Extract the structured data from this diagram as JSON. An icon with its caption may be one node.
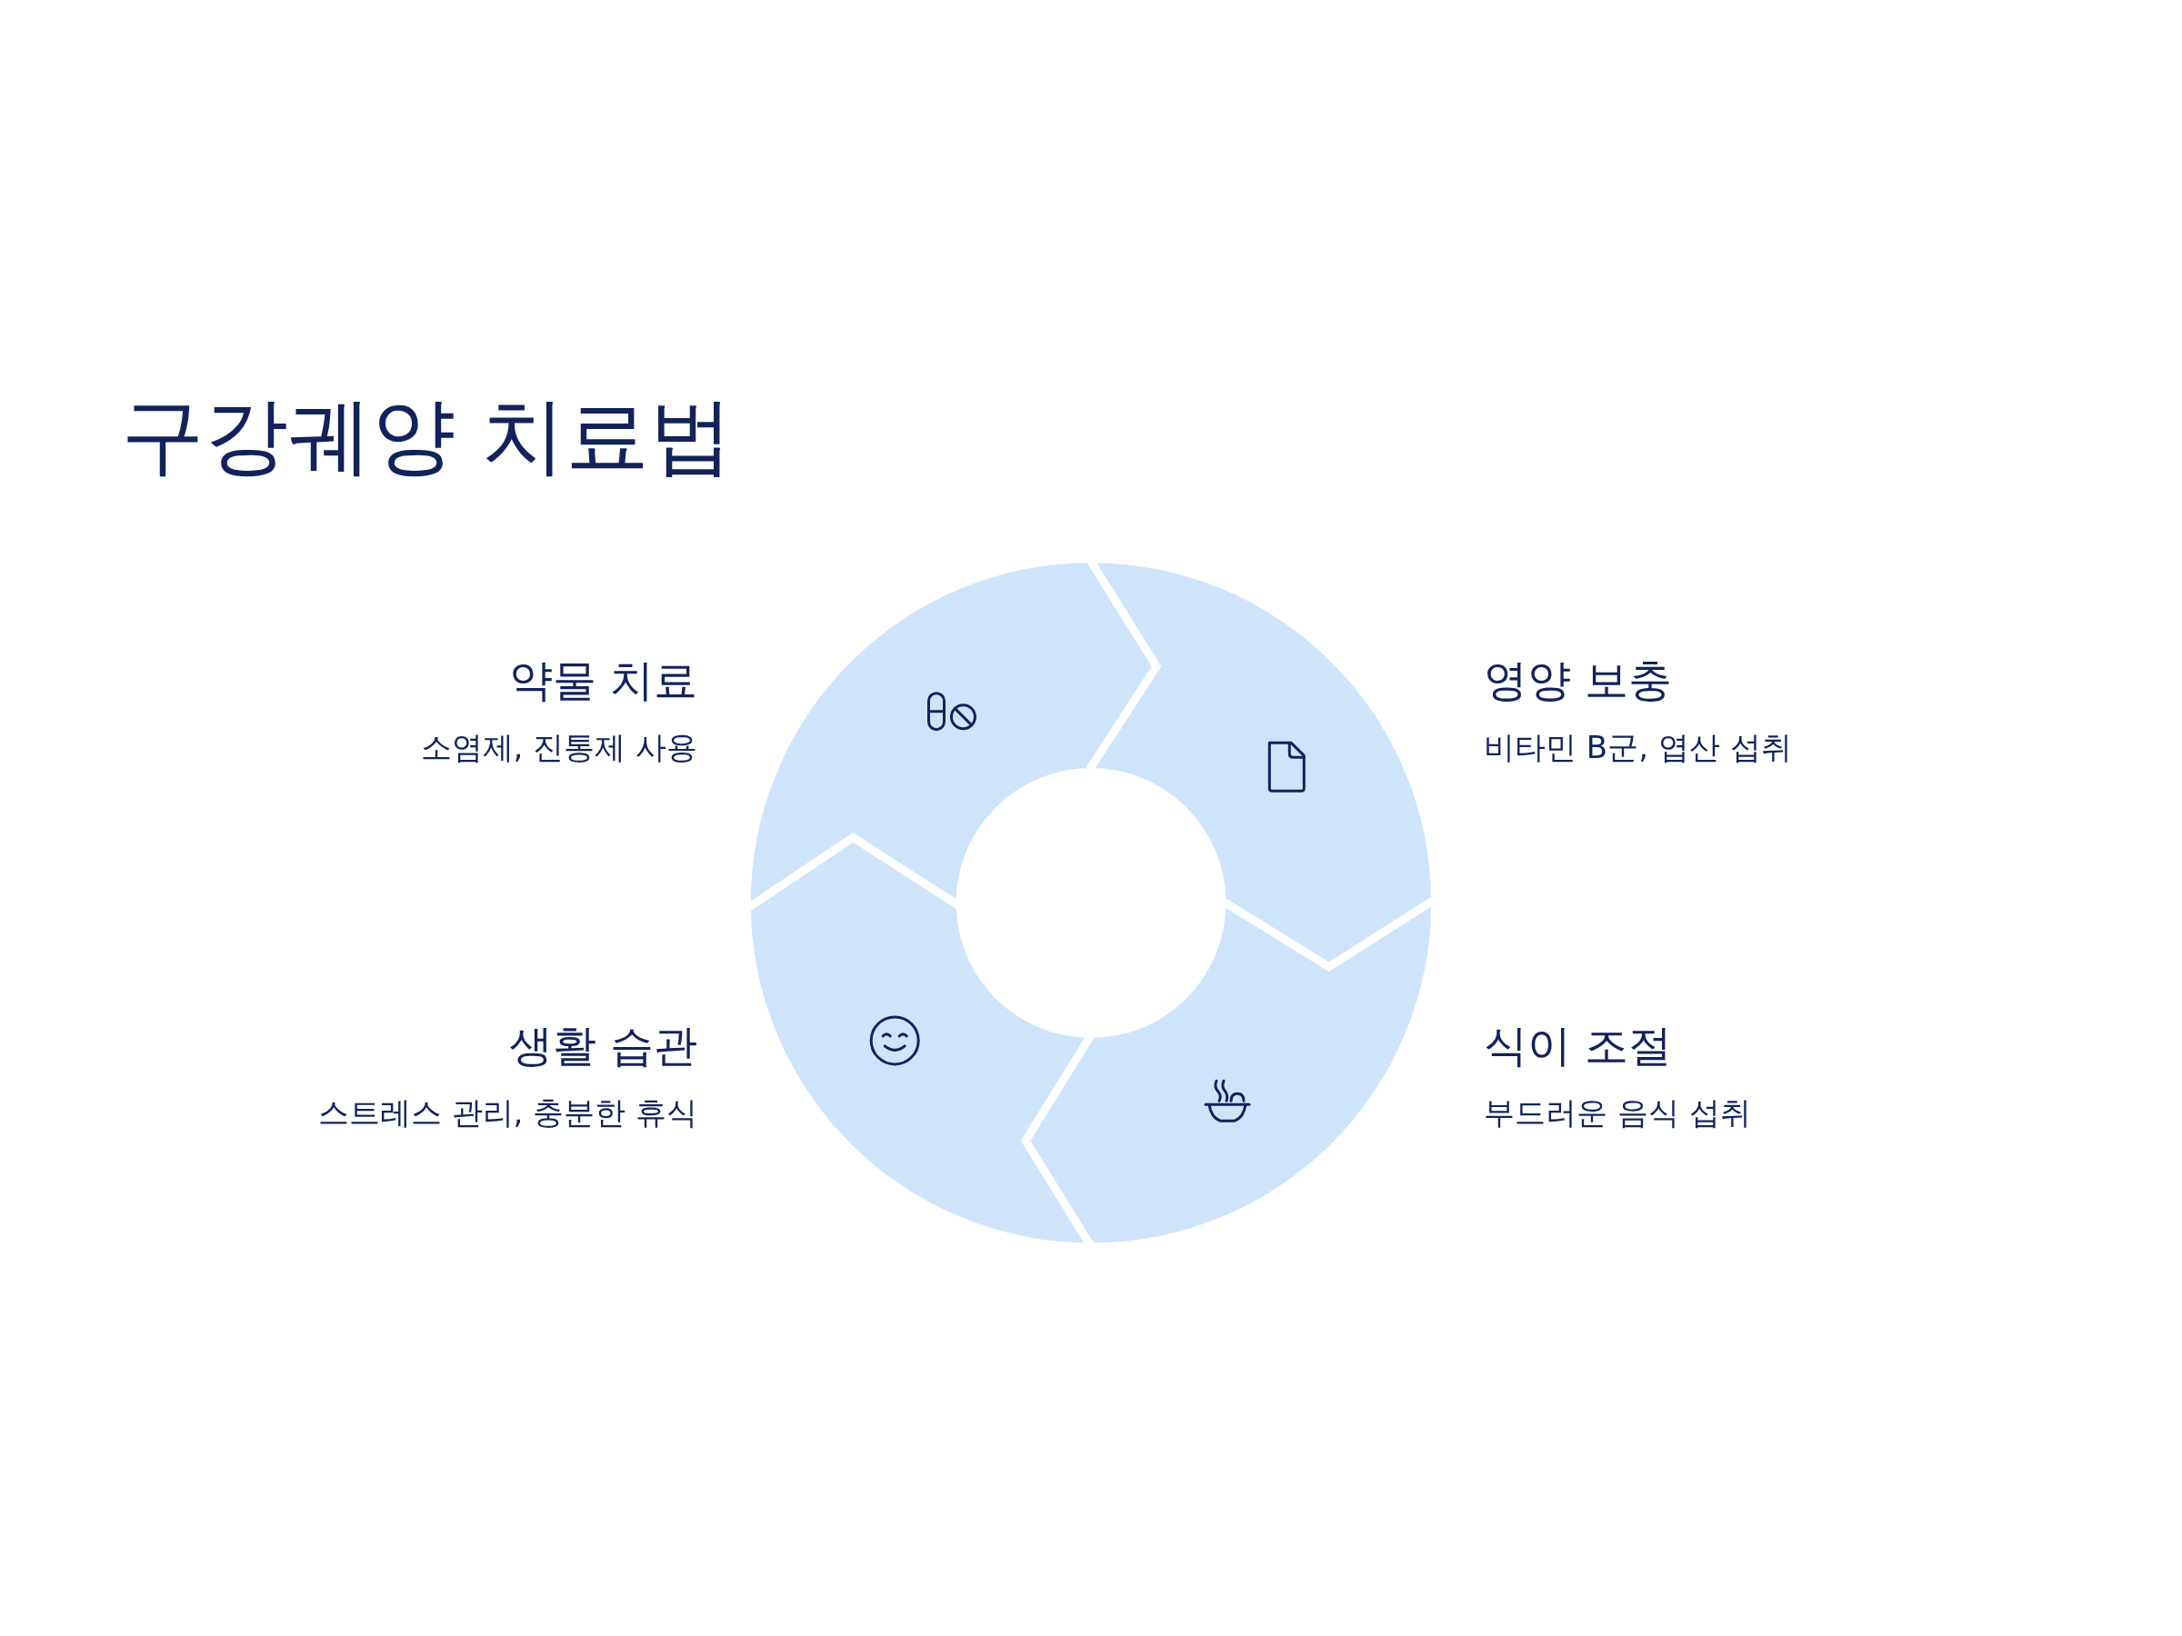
{
  "diagram": {
    "title": "구강궤양 치료법",
    "nodes": [
      {
        "text": [
          "약물 치료",
          "소염제, 진통제 사용"
        ]
      },
      {
        "text": [
          "영양 보충",
          "비타민 B군, 엽산 섭취"
        ]
      },
      {
        "text": [
          "생활 습관",
          "스트레스 관리, 충분한 휴식"
        ]
      },
      {
        "text": [
          "식이 조절",
          "부드러운 음식 섭취"
        ]
      }
    ]
  }
}
